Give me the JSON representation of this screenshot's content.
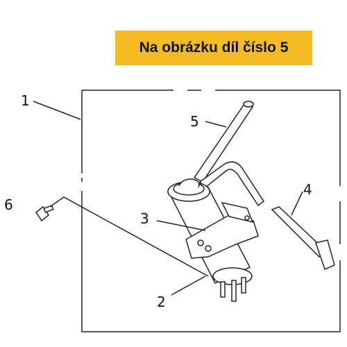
{
  "banner": {
    "text": "Na obrázku díl číslo 5",
    "color": "#f4bc22"
  },
  "callouts": {
    "c1": "1",
    "c2": "2",
    "c3": "3",
    "c4": "4",
    "c5": "5",
    "c6": "6"
  }
}
